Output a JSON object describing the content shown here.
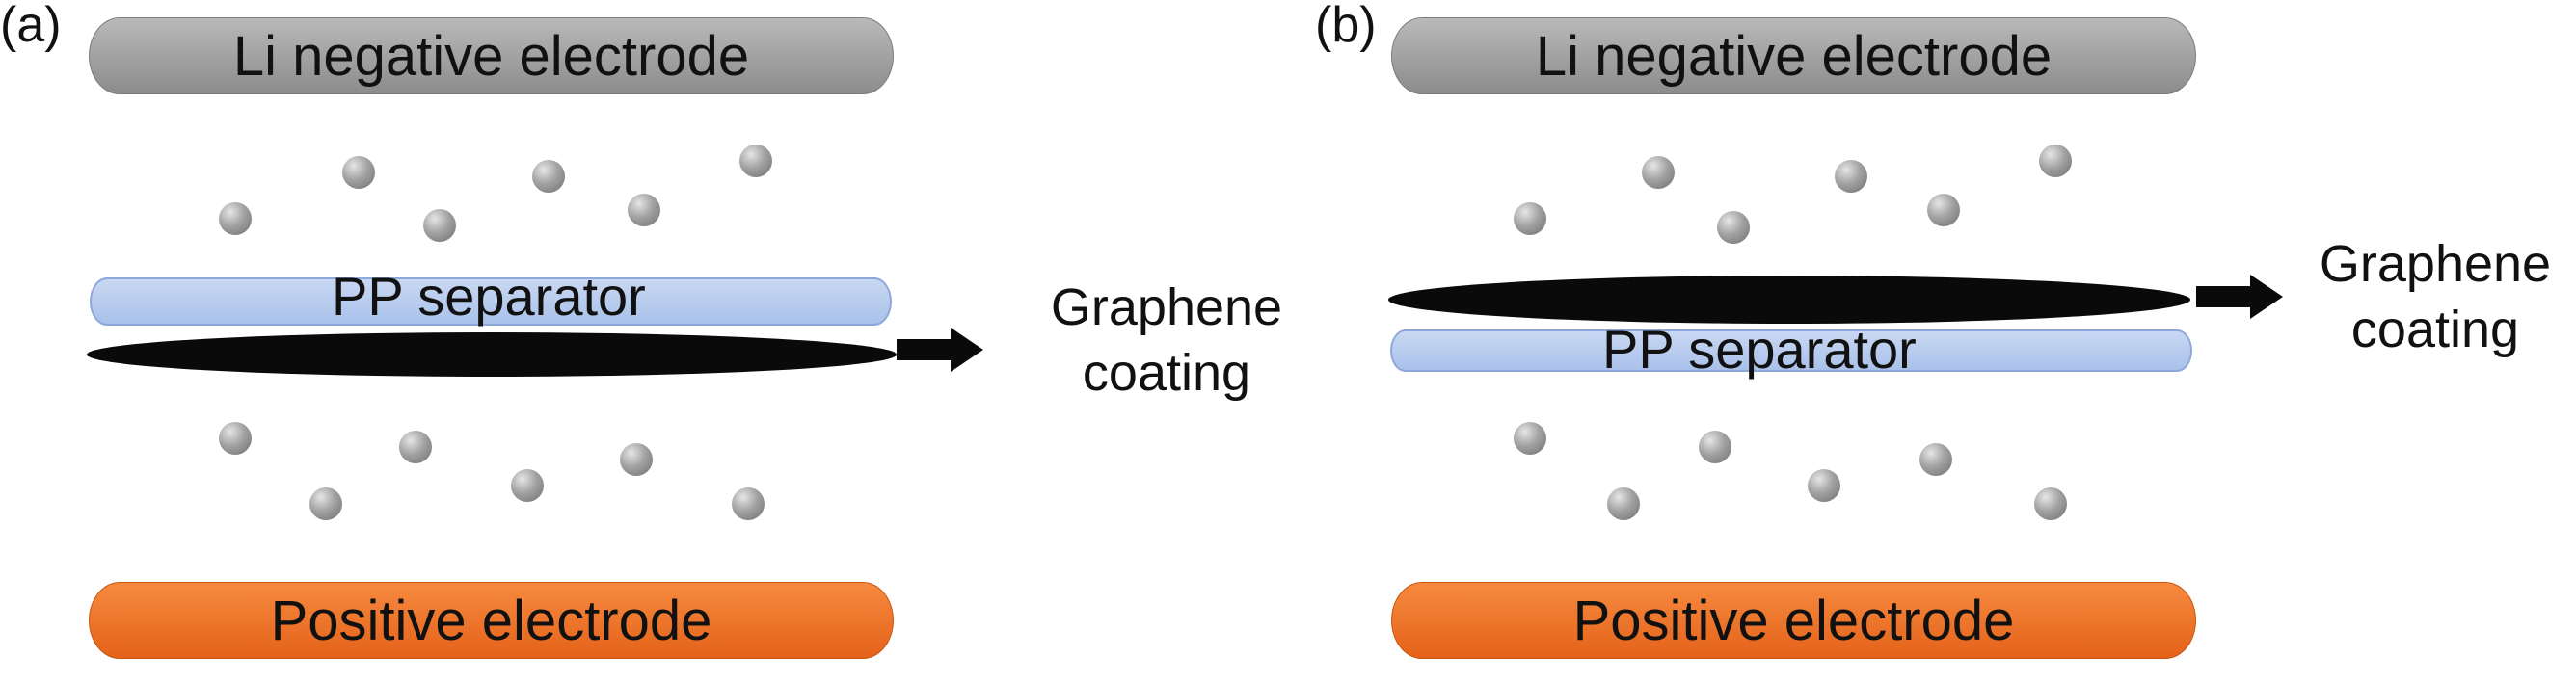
{
  "panel_a": {
    "label": "(a)",
    "negative_electrode": "Li negative electrode",
    "separator": "PP separator",
    "coating": [
      "Graphene",
      "coating"
    ],
    "positive_electrode": "Positive electrode"
  },
  "panel_b": {
    "label": "(b)",
    "negative_electrode": "Li negative electrode",
    "separator": "PP separator",
    "coating": [
      "Graphene",
      "coating"
    ],
    "positive_electrode": "Positive electrode"
  },
  "colors": {
    "negative_electrode": "#9e9e9e",
    "positive_electrode": "#ef7430",
    "separator": "#b9cdef",
    "graphene": "#0a0a0a",
    "ion": "#9a9a9a"
  }
}
